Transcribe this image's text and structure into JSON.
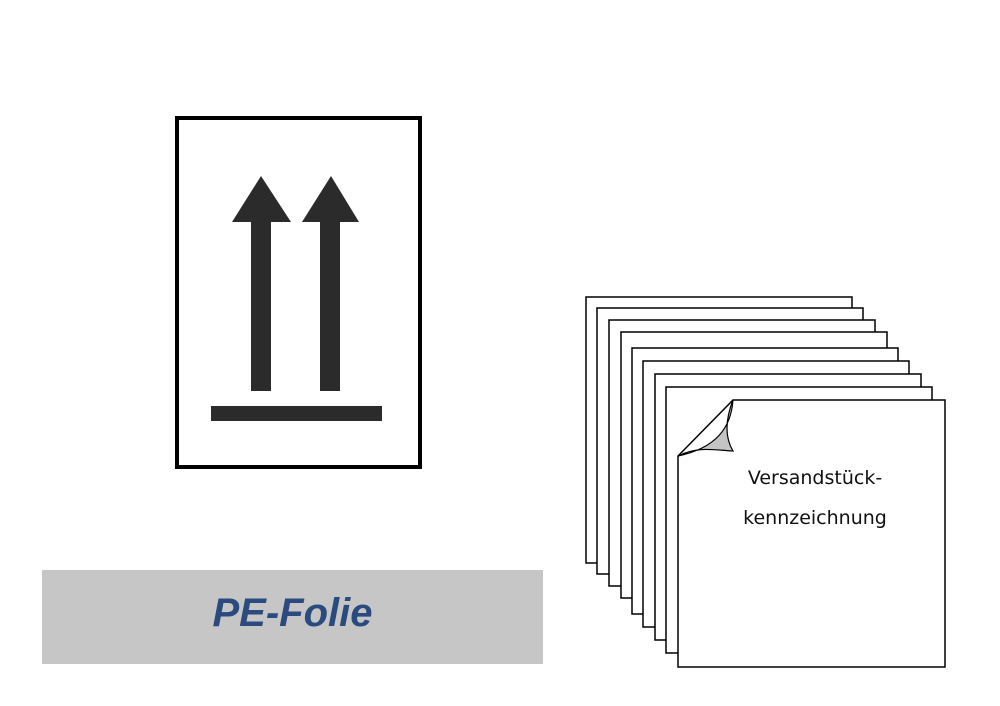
{
  "pe_film": {
    "label": "PE-Folie",
    "bar_color": "#c6c6c6",
    "text_color": "#2b4a7e"
  },
  "orientation_label": {
    "symbol": "this-way-up-arrows",
    "arrow_color": "#2b2b2b",
    "frame_color": "#000000"
  },
  "shipping_labels": {
    "line1": "Versandstück-",
    "line2": "kennzeichnung",
    "curl_color": "#c4c4c4"
  }
}
